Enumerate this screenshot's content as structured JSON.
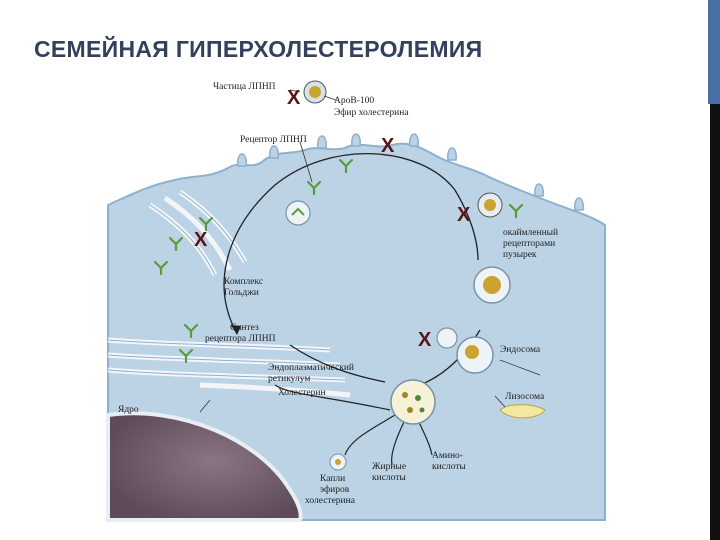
{
  "slide": {
    "title": "СЕМЕЙНАЯ ГИПЕРХОЛЕСТЕРОЛЕМИЯ"
  },
  "labels": {
    "ldl_particle": "Частица ЛПНП",
    "apob100": "АроВ-100",
    "cholesterol_ester": "Эфир холестерина",
    "ldl_receptor": "Рецептор ЛПНП",
    "coated_pit_1": "окаймленный",
    "coated_pit_2": "рецепторами",
    "coated_pit_3": "пузырек",
    "golgi_1": "Комплекс",
    "golgi_2": "Гольджи",
    "receptor_synth_1": "Синтез",
    "receptor_synth_2": "рецептора ЛПНП",
    "er_1": "Эндоплазматический",
    "er_2": "ретикулум",
    "cholesterol": "Холестерин",
    "nucleus": "Ядро",
    "endosome": "Эндосома",
    "lysosome": "Лизосома",
    "amino_1": "Амино-",
    "amino_2": "кислоты",
    "fatty_1": "Жирные",
    "fatty_2": "кислоты",
    "drops_1": "Капли",
    "drops_2": "эфиров",
    "drops_3": "холестерина"
  },
  "defect_marks": [
    "X",
    "X",
    "X",
    "X",
    "X"
  ],
  "colors": {
    "cytoplasm": "#bcd3e6",
    "membrane": "#8fb0cc",
    "nucleus": "#6f5c6a",
    "title": "#33415c",
    "accent": "#4a6fa5",
    "mark": "#5a1414"
  }
}
